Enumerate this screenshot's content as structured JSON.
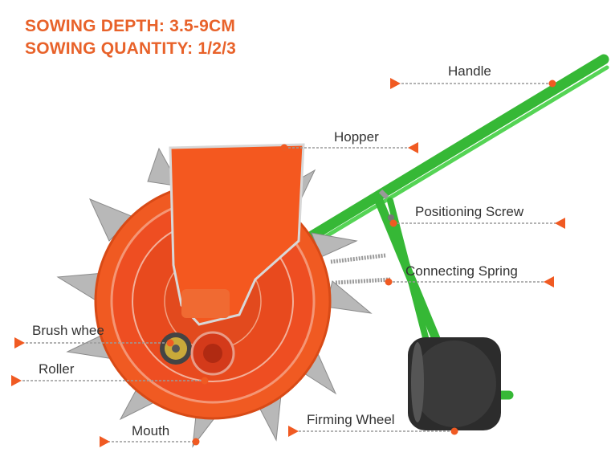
{
  "headline": {
    "depth": "SOWING DEPTH: 3.5-9CM",
    "quantity": "SOWING QUANTITY: 1/2/3"
  },
  "labels": {
    "handle": "Handle",
    "hopper": "Hopper",
    "positioning_screw": "Positioning Screw",
    "connecting_spring": "Connecting Spring",
    "brush_wheel": "Brush whee",
    "roller": "Roller",
    "firming_wheel": "Firming Wheel",
    "mouth": "Mouth"
  },
  "colors": {
    "accent": "#e8622a",
    "body_orange": "#f05a22",
    "frame_green": "#3cc83a",
    "firming_wheel": "#2c2c2c",
    "spike_steel": "#b8b8b8"
  }
}
